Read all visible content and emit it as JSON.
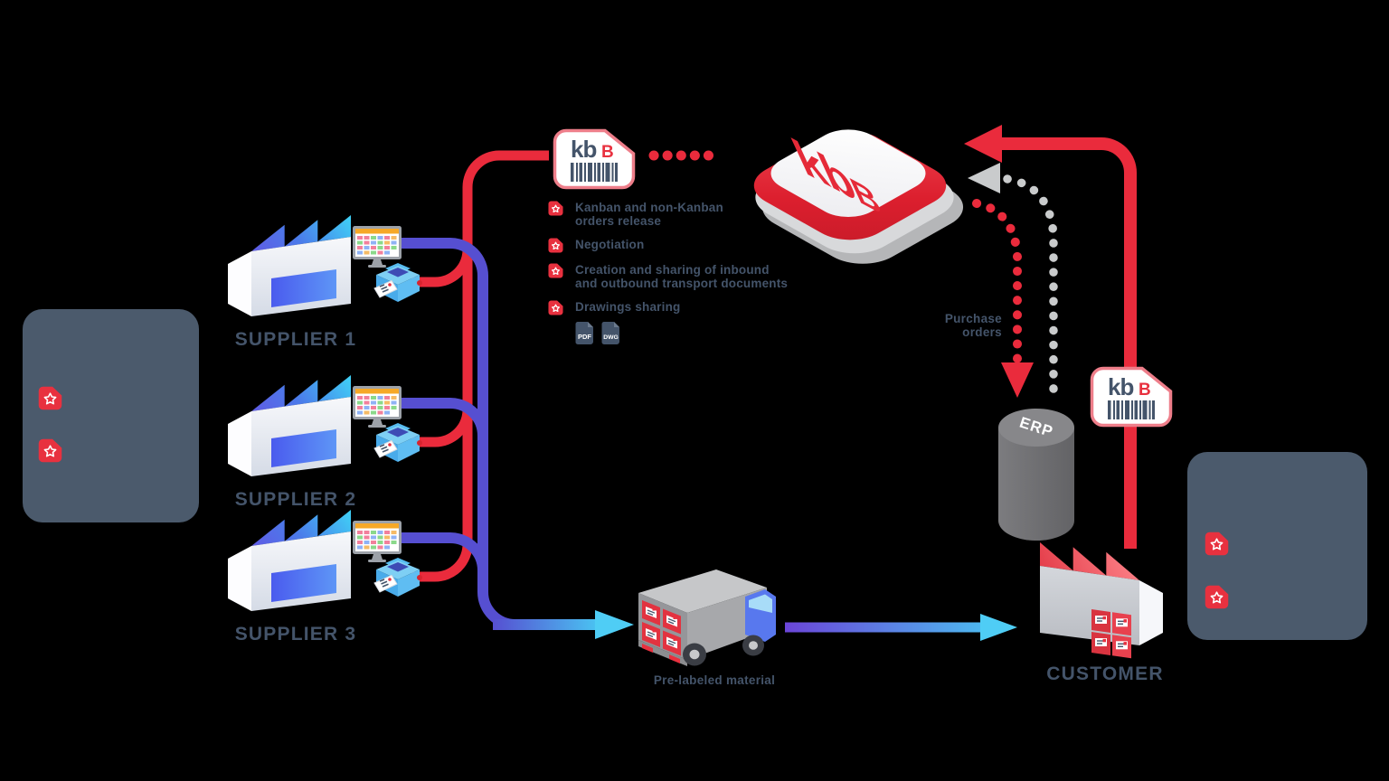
{
  "brand": {
    "kb": "kb",
    "b": "B"
  },
  "colors": {
    "red": "#EA2B3C",
    "badge_red": "#E8313F",
    "dark_slate": "#44546A",
    "panel": "#4B5A6C",
    "purple": "#564FD1",
    "cyan": "#4AC4F2",
    "gray_dots": "#C9CBCC",
    "card_border": "#EE7E8A"
  },
  "suppliers": [
    {
      "label": "SUPPLIER 1"
    },
    {
      "label": "SUPPLIER 2"
    },
    {
      "label": "SUPPLIER 3"
    }
  ],
  "platform_features": [
    {
      "lines": [
        "Kanban and non-Kanban",
        "orders release"
      ]
    },
    {
      "lines": [
        "Negotiation"
      ]
    },
    {
      "lines": [
        "Creation and sharing of inbound",
        "and outbound transport documents"
      ]
    },
    {
      "lines": [
        "Drawings sharing"
      ],
      "files": [
        "PDF",
        "DWG"
      ]
    }
  ],
  "purchase_orders": {
    "lines": [
      "Purchase",
      "orders"
    ]
  },
  "erp_label": "ERP",
  "truck_caption": "Pre-labeled material",
  "customer_label": "CUSTOMER"
}
